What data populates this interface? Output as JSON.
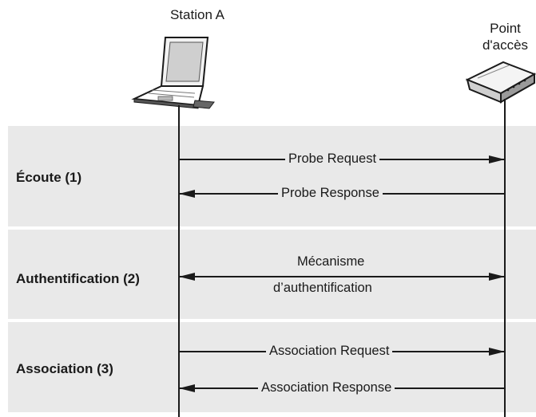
{
  "participants": {
    "station": {
      "label": "Station A",
      "icon": "laptop-icon"
    },
    "access_point": {
      "label_line1": "Point",
      "label_line2": "d'accès",
      "icon": "access-point-icon"
    }
  },
  "phases": [
    {
      "label": "Écoute (1)"
    },
    {
      "label": "Authentification (2)"
    },
    {
      "label": "Association (3)"
    }
  ],
  "messages": {
    "probe_request": "Probe Request",
    "probe_response": "Probe Response",
    "auth_line1": "Mécanisme",
    "auth_line2": "d’authentification",
    "assoc_request": "Association Request",
    "assoc_response": "Association Response"
  },
  "colors": {
    "band": "#e9e9e9",
    "line": "#1a1a1a"
  }
}
